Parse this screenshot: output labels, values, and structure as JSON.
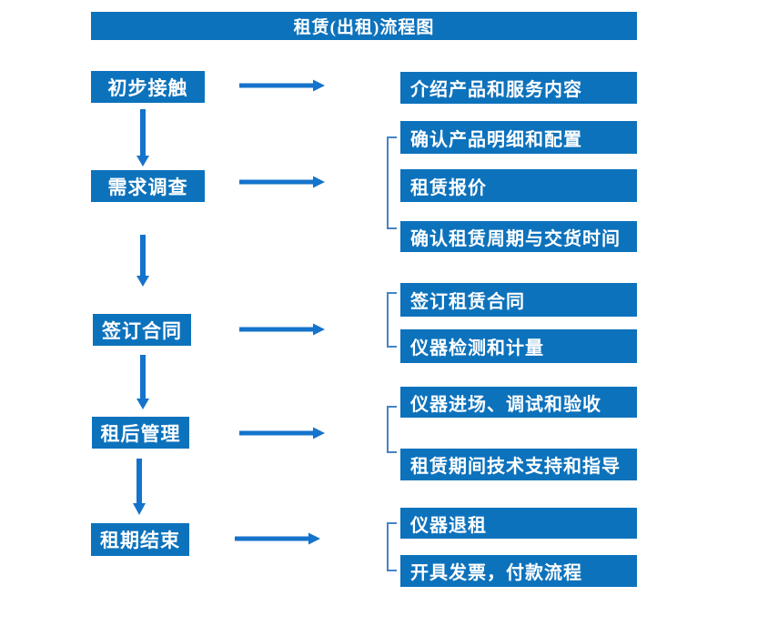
{
  "theme": {
    "colors": {
      "page_bg": "#ffffff",
      "box_blue": "#0d72bc",
      "arrow_blue": "#1573cb",
      "bracket_blue": "#4583c4",
      "box_text": "#ffffff"
    }
  },
  "title": {
    "label": "租赁(出租)流程图"
  },
  "flow": {
    "steps": [
      {
        "label": "初步接触",
        "details": [
          "介绍产品和服务内容"
        ]
      },
      {
        "label": "需求调查",
        "details": [
          "确认产品明细和配置",
          "租赁报价",
          "确认租赁周期与交货时间"
        ]
      },
      {
        "label": "签订合同",
        "details": [
          "签订租赁合同",
          "仪器检测和计量"
        ]
      },
      {
        "label": "租后管理",
        "details": [
          "仪器进场、调试和验收",
          "租赁期间技术支持和指导"
        ]
      },
      {
        "label": "租期结束",
        "details": [
          "仪器退租",
          "开具发票，付款流程"
        ]
      }
    ]
  }
}
